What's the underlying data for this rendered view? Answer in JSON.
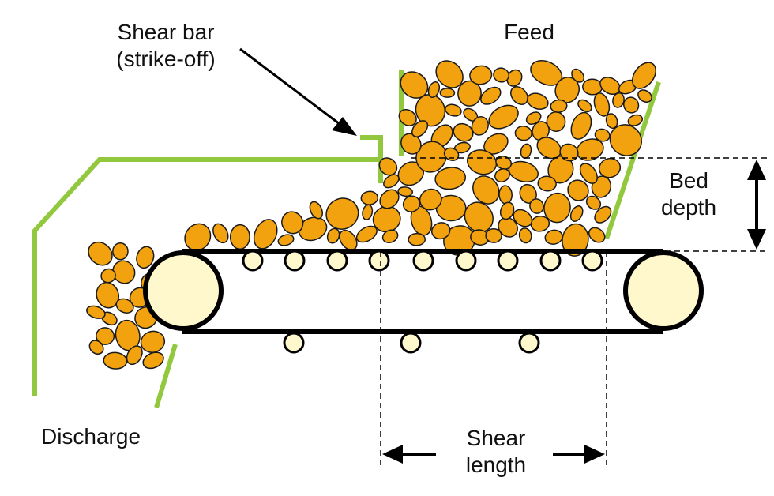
{
  "labels": {
    "shear_bar": [
      "Shear bar",
      "(strike-off)"
    ],
    "feed": "Feed",
    "bed_depth": [
      "Bed",
      "depth"
    ],
    "discharge": "Discharge",
    "shear_length": [
      "Shear",
      "length"
    ]
  },
  "colors": {
    "hopper": "#92c83e",
    "particle_fill": "#f2a10f",
    "particle_stroke": "#1a1a1a",
    "pulley_fill": "#fff8cc",
    "belt": "#000000",
    "text": "#111111"
  }
}
